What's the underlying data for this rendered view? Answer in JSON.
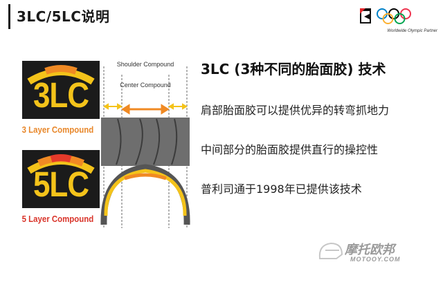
{
  "slide_title": "3LC/5LC说明",
  "sponsor": {
    "brand": "B",
    "tagline": "Worldwide Olympic Partner"
  },
  "badges": [
    {
      "code": "3LC",
      "caption": "3 Layer Compound"
    },
    {
      "code": "5LC",
      "caption": "5 Layer Compound"
    }
  ],
  "diagram": {
    "shoulder_label": "Shoulder Compound",
    "center_label": "Center Compound"
  },
  "tech_title": "3LC (3种不同的胎面胶) 技术",
  "bullets": [
    "肩部胎面胶可以提供优异的转弯抓地力",
    "中间部分的胎面胶提供直行的操控性",
    "普利司通于1998年已提供该技术"
  ],
  "watermark": {
    "text": "摩托欧邦",
    "sub": "MOTOOY.COM"
  },
  "colors": {
    "badge_bg": "#1b1b1b",
    "compound_yellow": "#f4c31a",
    "compound_orange": "#f08a24",
    "compound_red": "#e53a2a",
    "caption_orange": "#e8872a",
    "caption_red": "#d9342a"
  }
}
